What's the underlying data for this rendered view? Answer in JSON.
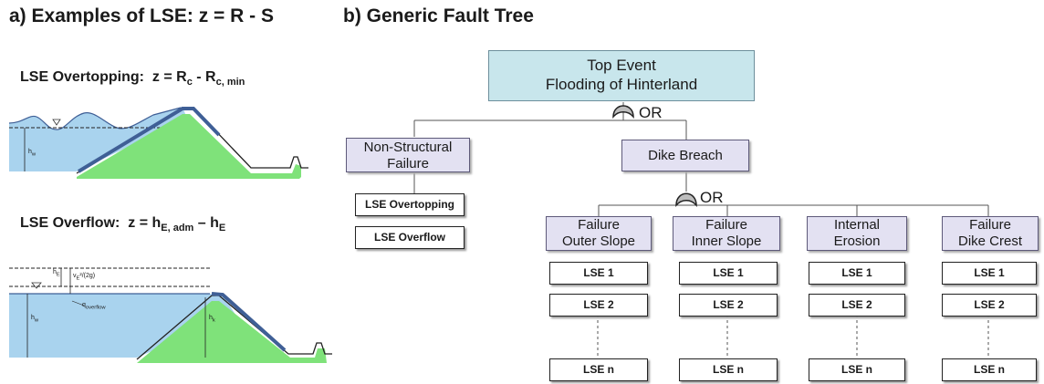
{
  "panel_a": {
    "title": "a) Examples of LSE: z = R - S",
    "overtopping": {
      "label": "LSE Overtopping:",
      "z": "z = R",
      "sub1": "c",
      "mid": " - R",
      "sub2": "c, min",
      "hw": "h",
      "hw_sub": "w"
    },
    "overflow": {
      "label": "LSE Overflow:",
      "z": "z = h",
      "sub1": "E, adm",
      "mid": " – h",
      "sub2": "E",
      "hE": "h",
      "hE_sub": "E",
      "vE": "v",
      "vE_sub": "E",
      "vE_rest": "²/(2g)",
      "qov": "q",
      "qov_sub": "overflow",
      "hw": "h",
      "hw_sub": "w",
      "hk": "h",
      "hk_sub": "k"
    }
  },
  "panel_b": {
    "title": "b) Generic Fault Tree",
    "top_event": {
      "line1": "Top Event",
      "line2": "Flooding of Hinterland"
    },
    "gate1": "OR",
    "gate2": "OR",
    "non_structural": {
      "line1": "Non-Structural",
      "line2": "Failure",
      "lse": [
        "LSE Overtopping",
        "LSE Overflow"
      ]
    },
    "dike_breach": "Dike Breach",
    "modes": [
      {
        "line1": "Failure",
        "line2": "Outer Slope",
        "lse": [
          "LSE 1",
          "LSE 2",
          "LSE n"
        ]
      },
      {
        "line1": "Failure",
        "line2": "Inner Slope",
        "lse": [
          "LSE 1",
          "LSE 2",
          "LSE n"
        ]
      },
      {
        "line1": "Internal",
        "line2": "Erosion",
        "lse": [
          "LSE 1",
          "LSE 2",
          "LSE n"
        ]
      },
      {
        "line1": "Failure",
        "line2": "Dike Crest",
        "lse": [
          "LSE 1",
          "LSE 2",
          "LSE n"
        ]
      }
    ]
  },
  "colors": {
    "water": "#a9d3ee",
    "slope": "#3f5f96",
    "grass": "#7fe27a",
    "top_box": "#c8e6ec",
    "mode_box": "#e3e1f2"
  }
}
